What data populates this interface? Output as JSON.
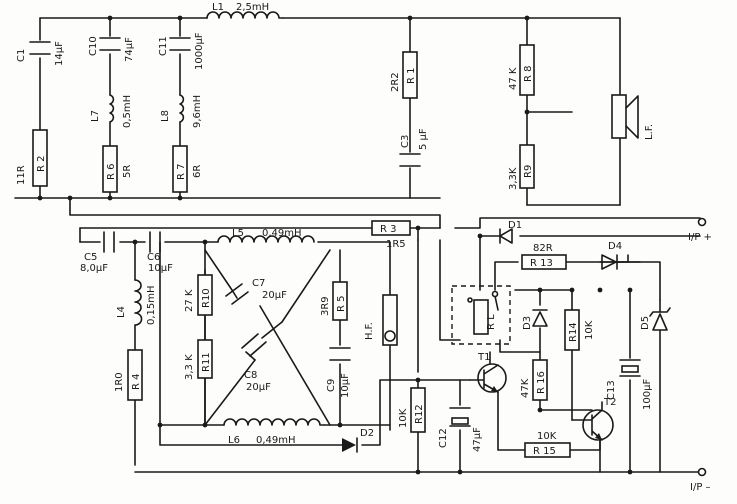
{
  "components": {
    "L1": {
      "ref": "L1",
      "value": "2,5mH"
    },
    "C1": {
      "ref": "C1",
      "value": "14μF"
    },
    "R2": {
      "ref": "R 2",
      "value": "11R"
    },
    "C10": {
      "ref": "C10",
      "value": "74μF"
    },
    "L7": {
      "ref": "L7",
      "value": "0,5mH"
    },
    "R6": {
      "ref": "R 6",
      "value": "5R"
    },
    "C11": {
      "ref": "C11",
      "value": "1000μF"
    },
    "L8": {
      "ref": "L8",
      "value": "9,6mH"
    },
    "R7": {
      "ref": "R 7",
      "value": "6R"
    },
    "R1": {
      "ref": "R 1",
      "value": "2R2"
    },
    "C3": {
      "ref": "C3",
      "value": "5 μF"
    },
    "R8": {
      "ref": "R 8",
      "value": "47 K"
    },
    "R9": {
      "ref": "R9",
      "value": "3,3K"
    },
    "LF": {
      "ref": "L.F."
    },
    "R3": {
      "ref": "R 3",
      "value": "1R5"
    },
    "D1": {
      "ref": "D1"
    },
    "C5": {
      "ref": "C5",
      "value": "8,0μF"
    },
    "C6": {
      "ref": "C6",
      "value": "10μF"
    },
    "L5": {
      "ref": "L5",
      "value": "0,49mH"
    },
    "L4": {
      "ref": "L4",
      "value": "0,15mH"
    },
    "R4": {
      "ref": "R 4",
      "value": "1R0"
    },
    "R10": {
      "ref": "R10",
      "value": "27 K"
    },
    "R11": {
      "ref": "R11",
      "value": "3,3 K"
    },
    "C7": {
      "ref": "C7",
      "value": "20μF"
    },
    "C8": {
      "ref": "C8",
      "value": "20μF"
    },
    "R5": {
      "ref": "R 5",
      "value": "3R9"
    },
    "C9": {
      "ref": "C9",
      "value": "10μF"
    },
    "HF": {
      "ref": "H.F."
    },
    "L6": {
      "ref": "L6",
      "value": "0,49mH"
    },
    "D2": {
      "ref": "D2"
    },
    "R12": {
      "ref": "R12",
      "value": "10K"
    },
    "C12": {
      "ref": "C12",
      "value": "47μF"
    },
    "R13": {
      "ref": "R 13",
      "value": "82R"
    },
    "D4": {
      "ref": "D4"
    },
    "RL": {
      "ref": "R L"
    },
    "D3": {
      "ref": "D3"
    },
    "R14": {
      "ref": "R14",
      "value": "10K"
    },
    "D5": {
      "ref": "D5"
    },
    "T1": {
      "ref": "T1"
    },
    "R16": {
      "ref": "R 16",
      "value": "47K"
    },
    "T2": {
      "ref": "T2"
    },
    "C13": {
      "ref": "C13",
      "value": "100μF"
    },
    "R15": {
      "ref": "R 15",
      "value": "10K"
    }
  },
  "terminals": {
    "in_plus": "I/P +",
    "in_minus": "I/P –"
  },
  "colors": {
    "ink": "#1a1a1a",
    "paper": "#fdfdfb"
  }
}
